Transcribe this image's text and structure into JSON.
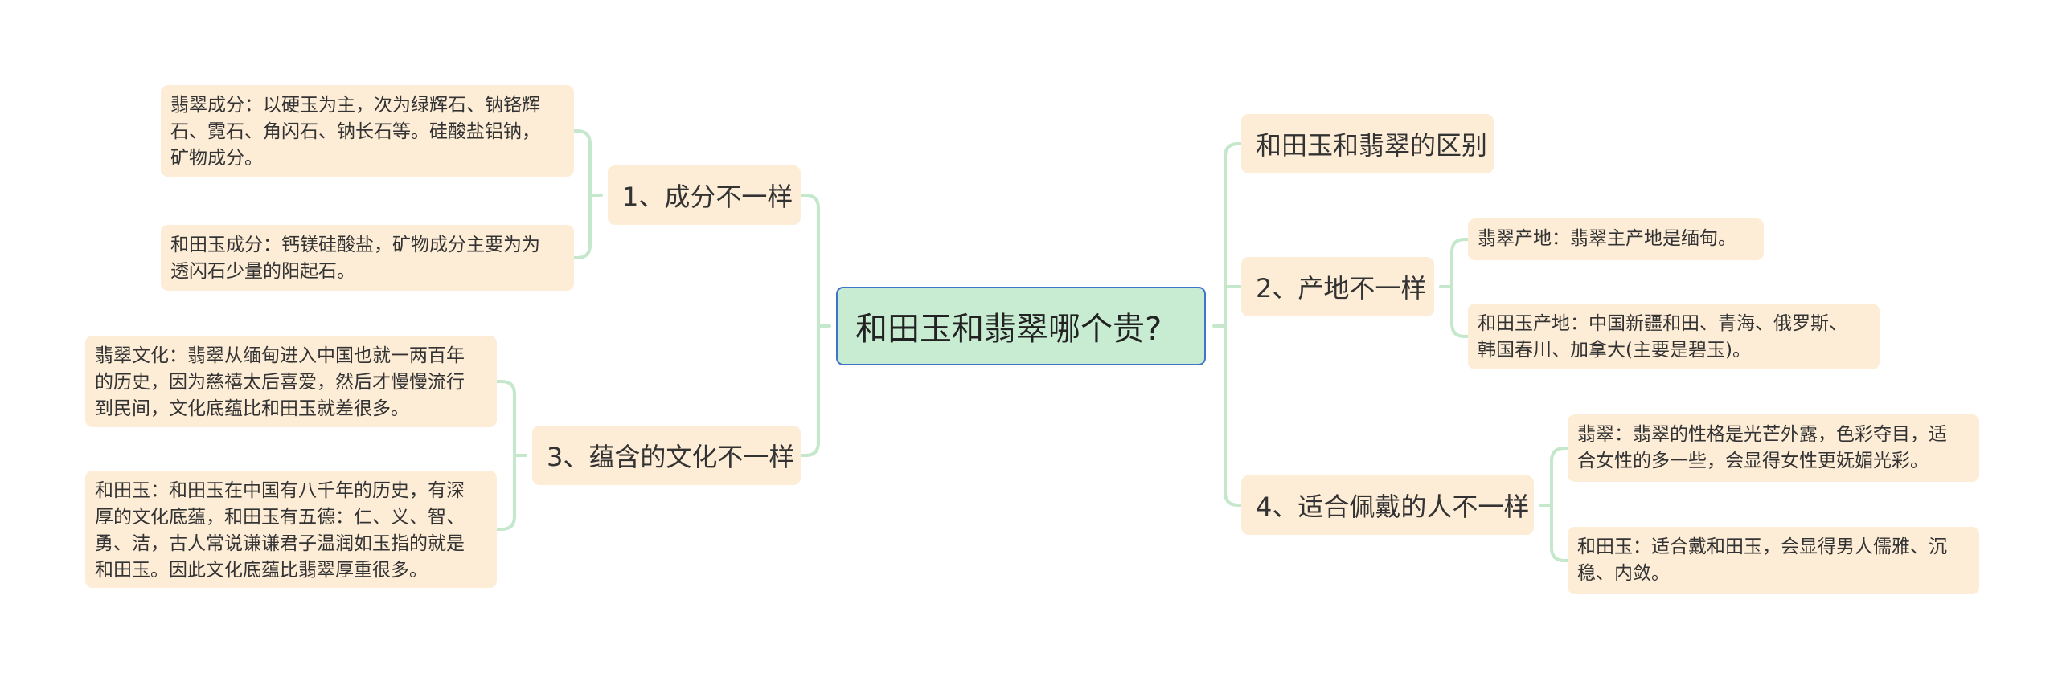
{
  "mindmap": {
    "root": {
      "label": "和田玉和翡翠哪个贵?"
    },
    "left": [
      {
        "label": "1、成分不一样",
        "children": [
          {
            "lines": [
              "翡翠成分：以硬玉为主，次为绿辉石、钠铬辉",
              "石、霓石、角闪石、钠长石等。硅酸盐铝钠，",
              "矿物成分。"
            ]
          },
          {
            "lines": [
              "和田玉成分：钙镁硅酸盐，矿物成分主要为为",
              "透闪石少量的阳起石。"
            ]
          }
        ]
      },
      {
        "label": "3、蕴含的文化不一样",
        "children": [
          {
            "lines": [
              "翡翠文化：翡翠从缅甸进入中国也就一两百年",
              "的历史，因为慈禧太后喜爱，然后才慢慢流行",
              "到民间，文化底蕴比和田玉就差很多。"
            ]
          },
          {
            "lines": [
              "和田玉：和田玉在中国有八千年的历史，有深",
              "厚的文化底蕴，和田玉有五德：仁、义、智、",
              "勇、洁，古人常说谦谦君子温润如玉指的就是",
              "和田玉。因此文化底蕴比翡翠厚重很多。"
            ]
          }
        ]
      }
    ],
    "right": [
      {
        "label": "和田玉和翡翠的区别",
        "children": []
      },
      {
        "label": "2、产地不一样",
        "children": [
          {
            "lines": [
              "翡翠产地：翡翠主产地是缅甸。"
            ]
          },
          {
            "lines": [
              "和田玉产地：中国新疆和田、青海、俄罗斯、",
              "韩国春川、加拿大(主要是碧玉)。"
            ]
          }
        ]
      },
      {
        "label": "4、适合佩戴的人不一样",
        "children": [
          {
            "lines": [
              "翡翠：翡翠的性格是光芒外露，色彩夺目，适",
              "合女性的多一些，会显得女性更妩媚光彩。"
            ]
          },
          {
            "lines": [
              "和田玉：适合戴和田玉，会显得男人儒雅、沉",
              "稳、内敛。"
            ]
          }
        ]
      }
    ]
  },
  "colors": {
    "root_fill": "#c8ecd2",
    "root_border": "#3f74c9",
    "node_fill": "#fdecd6",
    "connector": "#c5e8cc"
  }
}
